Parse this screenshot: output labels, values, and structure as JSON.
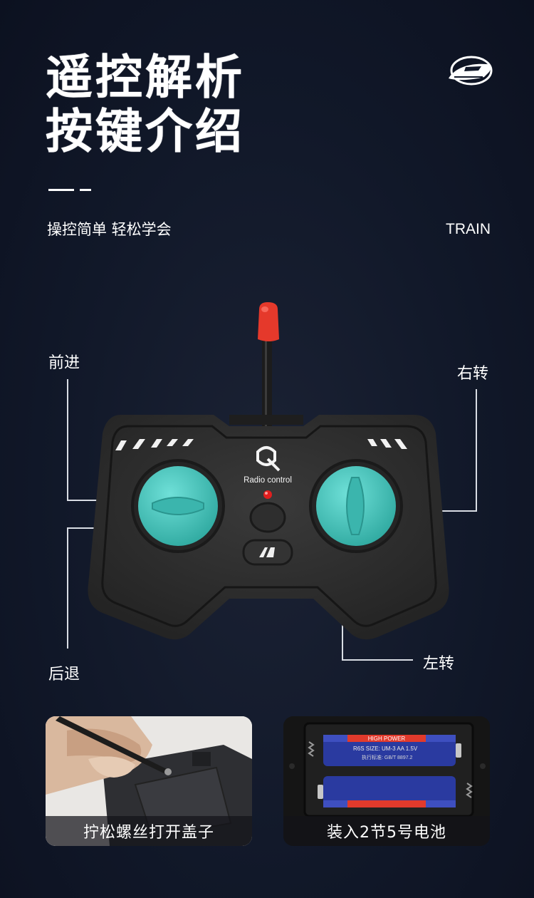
{
  "header": {
    "title_line1": "遥控解析",
    "title_line2": "按键介绍",
    "subtitle": "操控简单 轻松学会",
    "brand": "TRAIN"
  },
  "controller": {
    "logo_text": "Radio control"
  },
  "labels": {
    "forward": "前进",
    "right_turn": "右转",
    "backward": "后退",
    "left_turn": "左转"
  },
  "photos": {
    "screw_caption": "拧松螺丝打开盖子",
    "battery_caption": "装入2节5号电池",
    "battery_label_top": "HIGH POWER",
    "battery_text1": "R6S  SIZE: UM-3  AA  1.5V",
    "battery_text2": "执行标准: GB/T 8897.2"
  },
  "colors": {
    "background": "#111829",
    "joystick": "#48c4bc",
    "controller_body": "#2b2b2b",
    "antenna_tip": "#e8392c",
    "battery_blue": "#2a3aa0"
  }
}
